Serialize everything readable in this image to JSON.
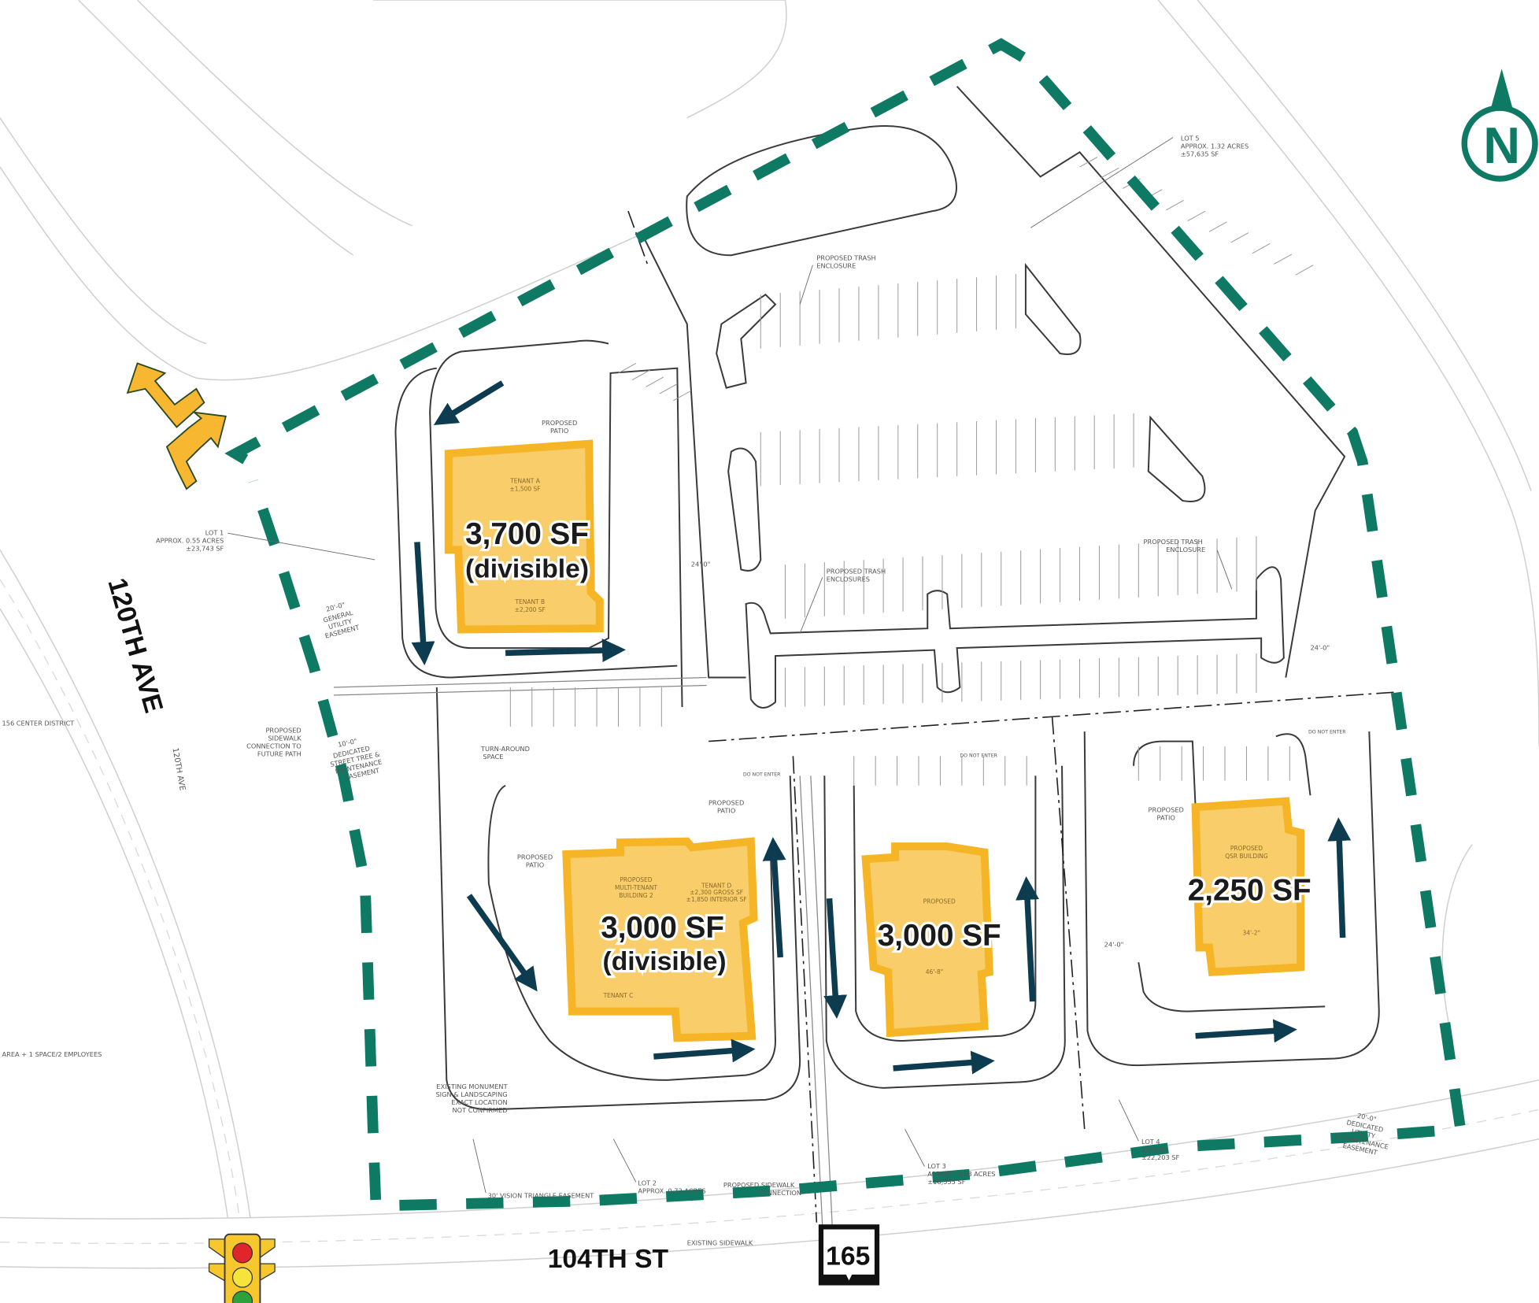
{
  "colors": {
    "boundary": "#0e7a63",
    "building_fill": "#f8cd6a",
    "building_outline": "#f5b526",
    "traffic_flow_arrow": "#0d3b4f",
    "access_arrow": "#f7b731",
    "north_arrow": "#0e7a63"
  },
  "icons": {
    "north": "north-arrow-icon",
    "traffic_light": "traffic-light-icon",
    "route_shield": "state-route-shield-icon",
    "access": "turn-arrow-icon"
  },
  "streets": {
    "west": "120TH AVE",
    "west_small": "120TH AVE",
    "south": "104TH ST",
    "route": "165"
  },
  "north_label": "N",
  "buildings": [
    {
      "area": "3,700 SF",
      "note": "(divisible)",
      "tenants": [
        [
          "TENANT A",
          "±1,500 SF"
        ],
        [
          "TENANT B",
          "±2,200 SF"
        ]
      ]
    },
    {
      "area": "3,000 SF",
      "note": "(divisible)",
      "title": [
        "PROPOSED",
        "MULTI-TENANT",
        "BUILDING 2"
      ],
      "tenants": [
        [
          "TENANT D",
          "±2,300 GROSS SF",
          "±1,850 INTERIOR SF"
        ],
        [
          "TENANT C"
        ]
      ]
    },
    {
      "area": "3,000 SF",
      "title": [
        "PROPOSED"
      ],
      "dim": "46'-8\""
    },
    {
      "area": "2,250 SF",
      "title": [
        "PROPOSED",
        "QSR BUILDING"
      ],
      "dim": "34'-2\""
    }
  ],
  "annotations": {
    "lot1": [
      "LOT 1",
      "APPROX. 0.55 ACRES",
      "±23,743 SF"
    ],
    "lot2": [
      "LOT 2",
      "APPROX. 0.73 ACRES"
    ],
    "lot3": [
      "LOT 3",
      "APPROX. 0.38 ACRES",
      "±16,555 SF"
    ],
    "lot4": [
      "LOT 4",
      "APPROX.",
      "±22,203 SF"
    ],
    "lot5": [
      "LOT 5",
      "APPROX. 1.32 ACRES",
      "±57,635 SF"
    ],
    "utility_easement": [
      "20'-0\"",
      "GENERAL",
      "UTILITY",
      "EASEMENT"
    ],
    "trash_1": [
      "PROPOSED TRASH",
      "ENCLOSURE"
    ],
    "trash_2": [
      "PROPOSED TRASH",
      "ENCLOSURES"
    ],
    "trash_3": [
      "PROPOSED TRASH",
      "ENCLOSURE"
    ],
    "patio": [
      "PROPOSED",
      "PATIO"
    ],
    "turn_around": [
      "TURN-AROUND",
      "SPACE"
    ],
    "sidewalk_future": [
      "PROPOSED",
      "SIDEWALK",
      "CONNECTION TO",
      "FUTURE PATH"
    ],
    "street_tree": [
      "10'-0\"",
      "DEDICATED",
      "STREET TREE &",
      "MAINTENANCE",
      "EASEMENT"
    ],
    "monument": [
      "EXISTING MONUMENT",
      "SIGN & LANDSCAPING",
      "EXACT LOCATION",
      "NOT CONFIRMED"
    ],
    "sidewalk_connection": [
      "PROPOSED SIDEWALK",
      "CONNECTION"
    ],
    "east_easement": [
      "20'-0\"",
      "DEDICATED",
      "UTILITY",
      "& MAINTENANCE",
      "EASEMENT"
    ],
    "vision_triangle": "30' VISION TRIANGLE EASEMENT",
    "existing_sidewalk": "EXISTING SIDEWALK",
    "district": "156 CENTER DISTRICT",
    "parking_ratio": "AREA + 1 SPACE/2 EMPLOYEES",
    "do_not_enter": "DO NOT ENTER",
    "drive_width": "24'-0\""
  }
}
